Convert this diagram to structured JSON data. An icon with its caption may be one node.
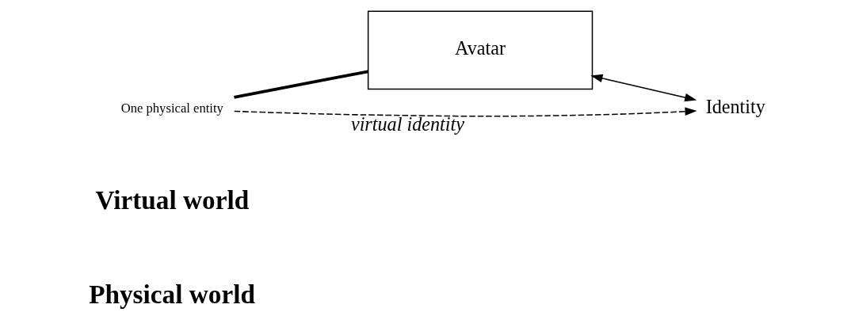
{
  "diagram": {
    "nodes": [
      {
        "text": [
          "One physical entity"
        ]
      },
      {
        "text": [
          "Avatar"
        ]
      },
      {
        "text": [
          "Identity"
        ]
      }
    ],
    "edges": [
      {
        "from": 0,
        "to": 1,
        "arrow": "none",
        "style": "thick"
      },
      {
        "from": 1,
        "to": 2,
        "arrow": "both"
      },
      {
        "from": 0,
        "to": 2,
        "arrow": "to",
        "style": "dashed",
        "label": "virtual identity"
      }
    ],
    "labels": [
      "Physical world",
      "Virtual world"
    ]
  }
}
